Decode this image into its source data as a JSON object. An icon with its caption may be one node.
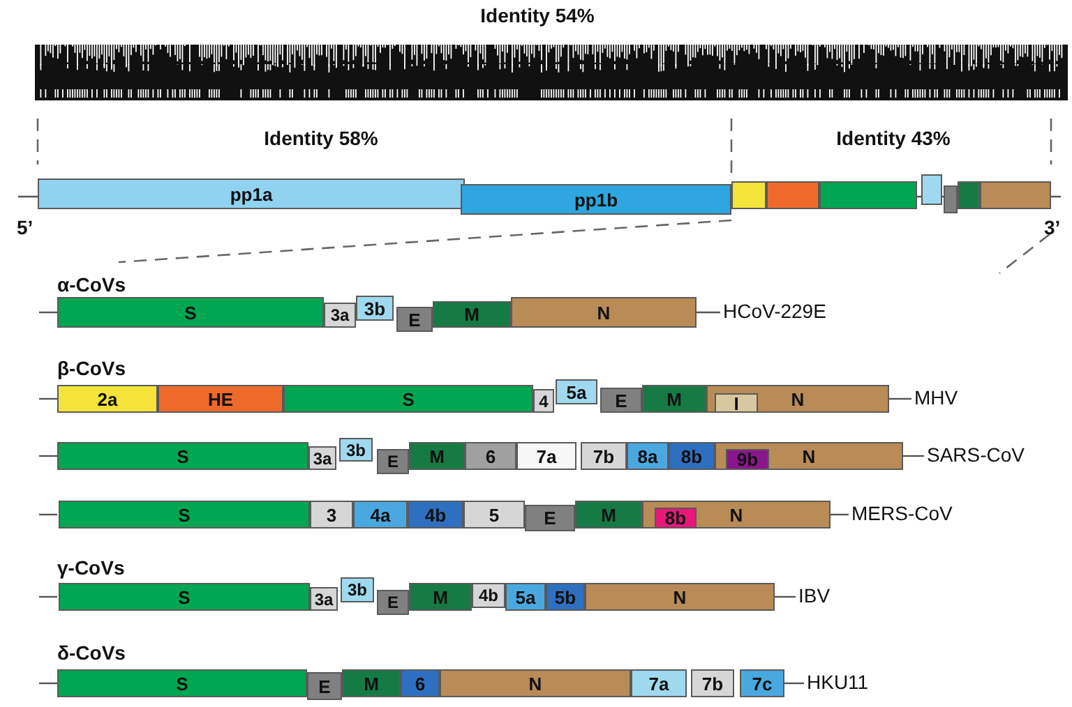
{
  "diagram": {
    "nodes": [
      {
        "text": [
          "pp1a"
        ]
      },
      {
        "text": [
          "pp1b"
        ]
      },
      {
        "text": [],
        "shape": "box"
      },
      {
        "text": [],
        "shape": "box"
      },
      {
        "text": [],
        "shape": "box"
      },
      {
        "text": [],
        "shape": "box"
      },
      {
        "text": [],
        "shape": "box"
      },
      {
        "text": [],
        "shape": "box"
      },
      {
        "text": [],
        "shape": "box"
      },
      {
        "text": [
          "S"
        ],
        "beside": [
          "α-CoVs"
        ]
      },
      {
        "text": [
          "3a"
        ]
      },
      {
        "text": [
          "3b"
        ]
      },
      {
        "text": [
          "E"
        ]
      },
      {
        "text": [
          "M"
        ]
      },
      {
        "text": [
          "N"
        ],
        "beside": [
          "HCoV-229E"
        ]
      },
      {
        "text": [
          "2a"
        ],
        "beside": [
          "β-CoVs"
        ]
      },
      {
        "text": [
          "HE"
        ]
      },
      {
        "text": [
          "S"
        ]
      },
      {
        "text": [
          "4"
        ]
      },
      {
        "text": [
          "5a"
        ]
      },
      {
        "text": [
          "E"
        ]
      },
      {
        "text": [
          "M"
        ]
      },
      {
        "text": [
          "N"
        ],
        "beside": [
          "MHV"
        ]
      },
      {
        "text": [
          "I"
        ],
        "in": 22
      },
      {
        "text": [
          "S"
        ]
      },
      {
        "text": [
          "3a"
        ]
      },
      {
        "text": [
          "3b"
        ]
      },
      {
        "text": [
          "E"
        ]
      },
      {
        "text": [
          "M"
        ]
      },
      {
        "text": [
          "6"
        ]
      },
      {
        "text": [
          "7a"
        ]
      },
      {
        "text": [
          "7b"
        ]
      },
      {
        "text": [
          "8a"
        ]
      },
      {
        "text": [
          "8b"
        ]
      },
      {
        "text": [
          "N"
        ],
        "beside": [
          "SARS-CoV"
        ]
      },
      {
        "text": [
          "9b"
        ],
        "in": 34
      },
      {
        "text": [
          "S"
        ]
      },
      {
        "text": [
          "3"
        ]
      },
      {
        "text": [
          "4a"
        ]
      },
      {
        "text": [
          "4b"
        ]
      },
      {
        "text": [
          "5"
        ]
      },
      {
        "text": [
          "E"
        ]
      },
      {
        "text": [
          "M"
        ]
      },
      {
        "text": [
          "N"
        ],
        "beside": [
          "MERS-CoV"
        ]
      },
      {
        "text": [
          "8b"
        ],
        "in": 43
      },
      {
        "text": [
          "S"
        ],
        "beside": [
          "γ-CoVs"
        ]
      },
      {
        "text": [
          "3a"
        ]
      },
      {
        "text": [
          "3b"
        ]
      },
      {
        "text": [
          "E"
        ]
      },
      {
        "text": [
          "M"
        ]
      },
      {
        "text": [
          "4b"
        ]
      },
      {
        "text": [
          "5a"
        ]
      },
      {
        "text": [
          "5b"
        ]
      },
      {
        "text": [
          "N"
        ],
        "beside": [
          "IBV"
        ]
      },
      {
        "text": [
          "S"
        ],
        "beside": [
          "δ-CoVs"
        ]
      },
      {
        "text": [
          "E"
        ]
      },
      {
        "text": [
          "M"
        ]
      },
      {
        "text": [
          "6"
        ]
      },
      {
        "text": [
          "N"
        ]
      },
      {
        "text": [
          "7a"
        ]
      },
      {
        "text": [
          "7b"
        ]
      },
      {
        "text": [
          "7c"
        ],
        "beside": [
          "HKU11"
        ]
      }
    ],
    "labels": [
      "Identity 54%",
      "Identity 58%",
      "Identity 43%",
      "5’",
      "3’"
    ]
  }
}
